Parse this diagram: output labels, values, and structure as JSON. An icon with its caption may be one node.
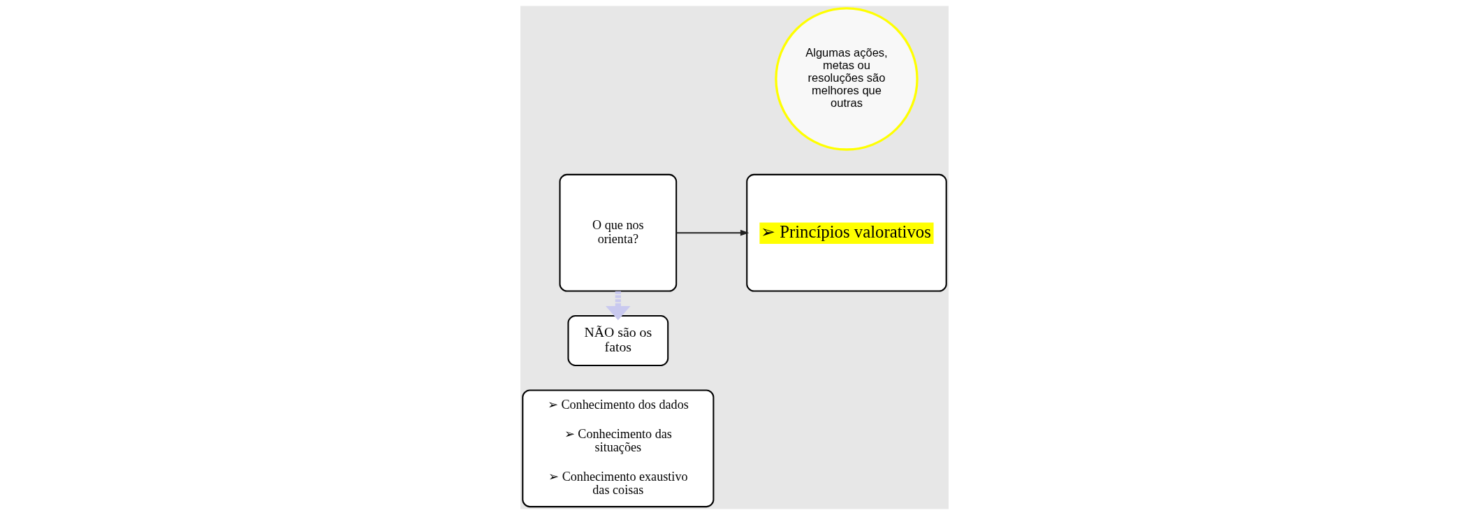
{
  "diagram": {
    "nodes": [
      {
        "text": [
          "➢ Conhecimento dos dados",
          "➢ Conhecimento das situações",
          "➢ Conhecimento exaustivo das coisas"
        ]
      },
      {
        "text": [
          "O que nos orienta?"
        ]
      },
      {
        "text": [
          "NÃO são os fatos"
        ]
      },
      {
        "text": [
          "➢ Princípios valorativos"
        ]
      },
      {
        "text": [
          "Algumas ações, metas ou resoluções são melhores que outras"
        ]
      }
    ],
    "edges": [
      {
        "from": 1,
        "to": 3,
        "arrow": "to"
      },
      {
        "from": 1,
        "to": 2,
        "arrow": "to",
        "style": "dashed",
        "color": "#c9c9ef"
      }
    ]
  }
}
